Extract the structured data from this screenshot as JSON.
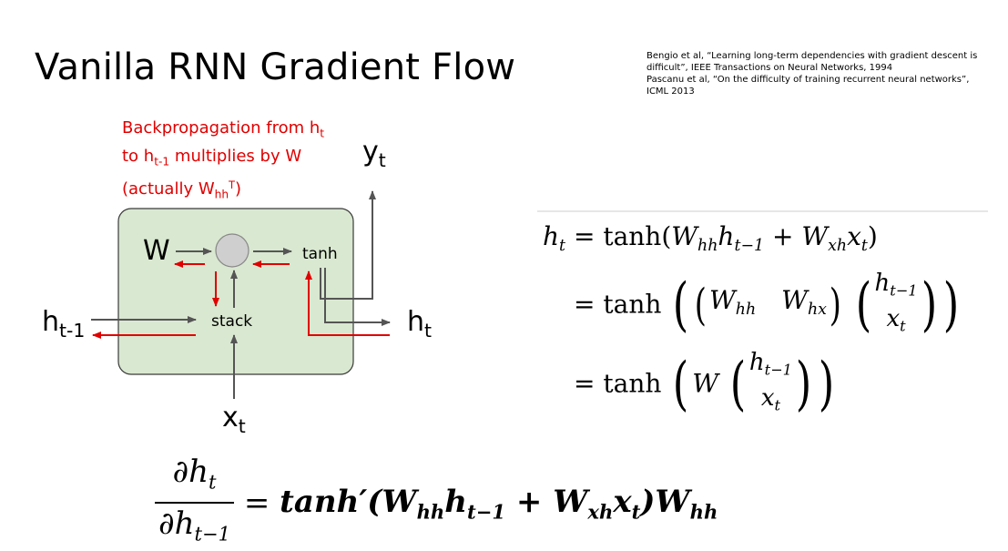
{
  "slide": {
    "title": "Vanilla RNN Gradient Flow",
    "references": [
      "Bengio et al, “Learning long-term dependencies with gradient descent is",
      "difficult”, IEEE Transactions on Neural Networks, 1994",
      "Pascanu et al, “On the difficulty of training recurrent neural networks”,",
      "ICML 2013"
    ],
    "note": {
      "line1": "Backpropagation from h",
      "line1_sub": "t",
      "line2_pre": "to h",
      "line2_sub": "t-1",
      "line2_post": " multiplies by W",
      "line3_pre": "(actually W",
      "line3_sub": "hh",
      "line3_sup": "T",
      "line3_post": ")"
    },
    "colors": {
      "cell_fill": "#d9e8d0",
      "cell_border": "#3a3a3a",
      "backprop_arrow": "#e00000",
      "forward_arrow": "#555555",
      "node_fill": "#cfcfcf"
    }
  },
  "diagram": {
    "y_label": "y",
    "y_sub": "t",
    "w_label": "W",
    "tanh_label": "tanh",
    "stack_label": "stack",
    "h_prev_label": "h",
    "h_prev_sub": "t-1",
    "h_out_label": "h",
    "h_out_sub": "t",
    "x_label": "x",
    "x_sub": "t"
  },
  "equations": {
    "line1_lhs": "h",
    "line1_lhs_sub": "t",
    "eq": "=",
    "tanh": "tanh",
    "W": "W",
    "Whh_sub": "hh",
    "Wxh_sub": "xh",
    "Whx_sub": "hx",
    "h": "h",
    "h_prev_sub": "t−1",
    "x": "x",
    "x_sub": "t",
    "plus": "+",
    "deriv_num_pre": "∂h",
    "deriv_num_sub": "t",
    "deriv_den_pre": "∂h",
    "deriv_den_sub": "t−1",
    "deriv_rhs_pre": "tanh′(W",
    "deriv_rhs_mid1": "h",
    "deriv_rhs_mid2": " + W",
    "deriv_rhs_mid3": "x",
    "deriv_rhs_post": ")W"
  }
}
